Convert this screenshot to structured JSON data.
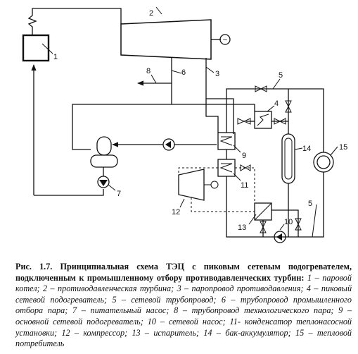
{
  "diagram": {
    "labels": {
      "n1": "1",
      "n2": "2",
      "n3": "3",
      "n4": "4",
      "n5a": "5",
      "n5b": "5",
      "n6": "6",
      "n7": "7",
      "n8": "8",
      "n9": "9",
      "n10": "10",
      "n11": "11",
      "n12": "12",
      "n13": "13",
      "n14": "14",
      "n15": "15"
    },
    "generator_symbol": "~"
  },
  "caption": {
    "title": "Рис. 1.7. Принципиальная схема ТЭЦ с пиковым сетевым подогревателем, подключенным к промышленному отбору противодавленческих турбин:",
    "items": [
      "1 – паровой котел;",
      "2 – противодавленческая турбина;",
      "3 – паропровод противодавления;",
      "4 – пиковый сетевой подогреватель;",
      "5 – сетевой трубопровод;",
      "6 – трубопровод промышленного отбора пара;",
      "7 – питательный насос;",
      "8 – трубопровод технологического пара;",
      "9 – основной сетевой подогреватель;",
      "10 – сетевой насос;",
      "11- конденсатор теплонасосной установки;",
      "12 – компрессор;",
      "13 – испаритель;",
      "14 – бак-аккумулятор;",
      "15 – тепловой потребитель"
    ]
  }
}
